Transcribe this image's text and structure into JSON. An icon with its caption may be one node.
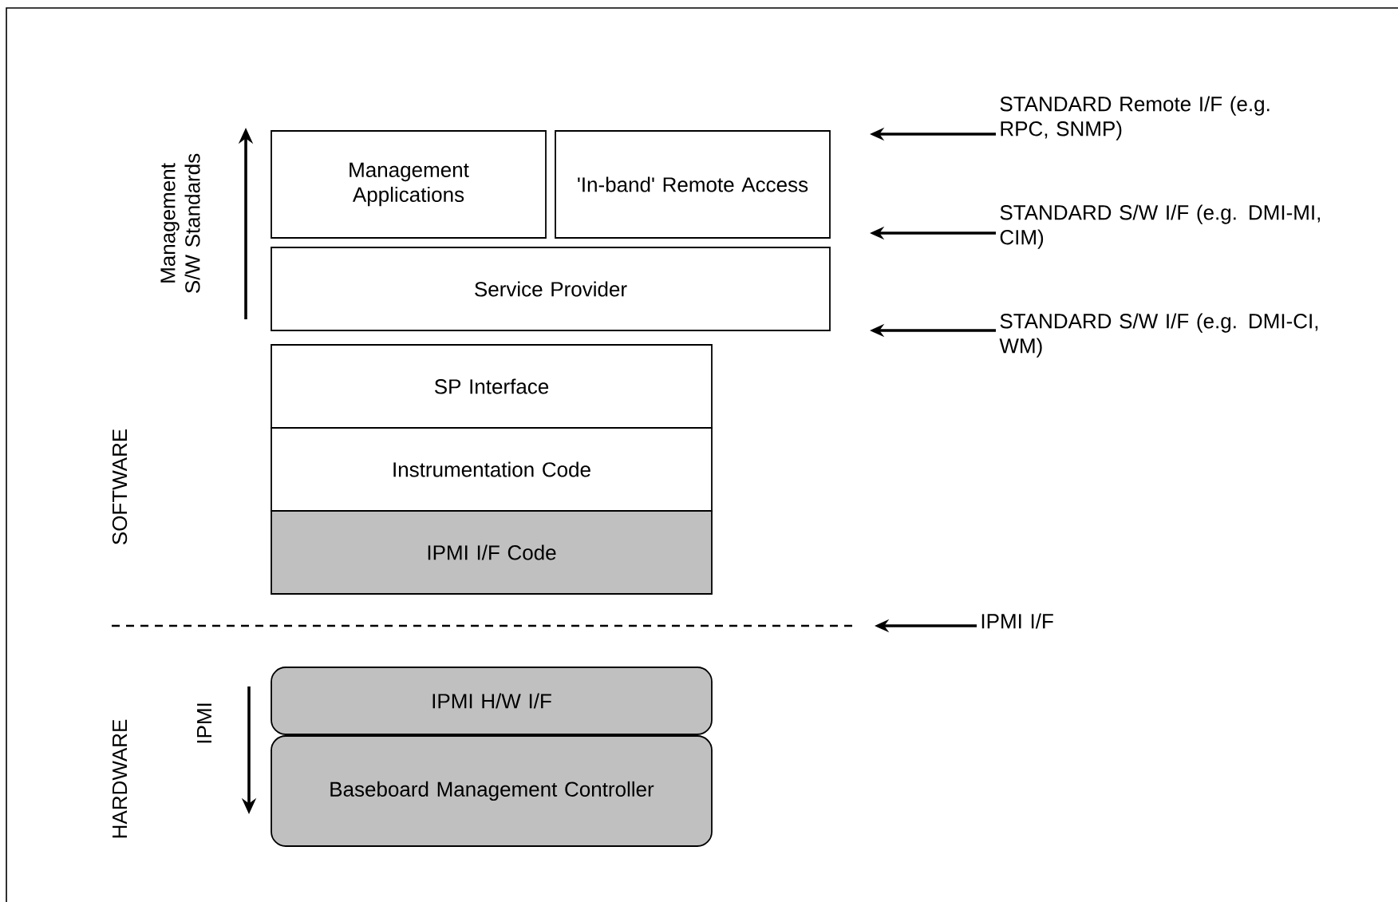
{
  "diagram": {
    "nodes": [
      {
        "text": [
          "Management Applications"
        ]
      },
      {
        "text": [
          "'In-band' Remote Access"
        ]
      },
      {
        "text": [
          "Service Provider"
        ]
      },
      {
        "text": [
          "SP Interface"
        ]
      },
      {
        "text": [
          "Instrumentation Code"
        ]
      },
      {
        "text": [
          "IPMI I/F Code"
        ]
      },
      {
        "text": [
          "IPMI H/W I/F"
        ]
      },
      {
        "text": [
          "Baseboard Management Controller"
        ]
      },
      {
        "text": [
          "STANDARD Remote I/F (e.g. RPC, SNMP)"
        ]
      },
      {
        "text": [
          "STANDARD S/W I/F (e.g. DMI-MI, CIM)"
        ]
      },
      {
        "text": [
          "STANDARD S/W I/F (e.g. DMI-CI, WM)"
        ]
      },
      {
        "text": [
          "IPMI I/F"
        ]
      }
    ],
    "edges": [
      {
        "from": 8,
        "to": null,
        "arrow": "to"
      },
      {
        "from": 9,
        "to": null,
        "arrow": "to"
      },
      {
        "from": 10,
        "to": null,
        "arrow": "to"
      },
      {
        "from": 11,
        "to": null,
        "arrow": "to"
      }
    ],
    "labels": [
      "Management S/W Standards",
      "SOFTWARE",
      "HARDWARE",
      "IPMI"
    ]
  }
}
